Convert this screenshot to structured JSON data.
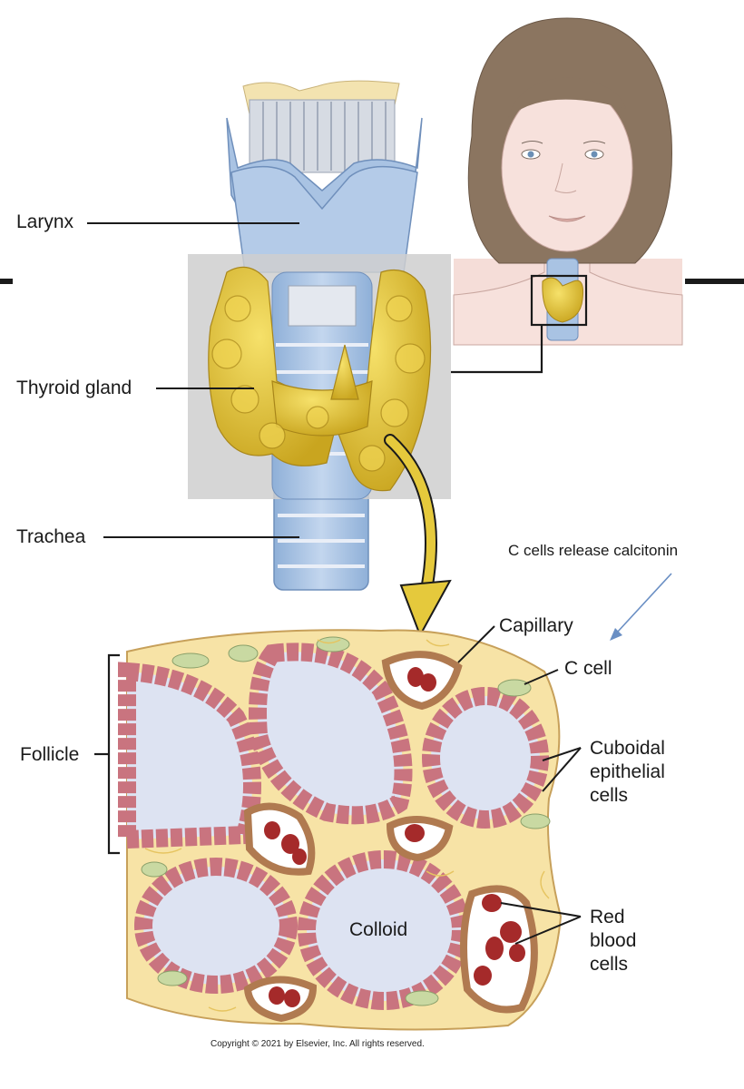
{
  "labels": {
    "larynx": "Larynx",
    "thyroid_gland": "Thyroid gland",
    "trachea": "Trachea",
    "follicle": "Follicle",
    "capillary": "Capillary",
    "c_cell": "C cell",
    "cuboidal_line1": "Cuboidal",
    "cuboidal_line2": "epithelial",
    "cuboidal_line3": "cells",
    "colloid": "Colloid",
    "rbc_line1": "Red",
    "rbc_line2": "blood",
    "rbc_line3": "cells"
  },
  "annotation": {
    "text": "C cells release calcitonin",
    "arrow_color": "#6a8fc4"
  },
  "copyright": "Copyright © 2021 by Elsevier, Inc. All rights reserved.",
  "colors": {
    "cartilage_blue": "#a9c3e3",
    "thyroid_yellow": "#e5c93c",
    "follicle_cells": "#c9747f",
    "colloid": "#dde3f2",
    "connective": "#f7e3a6",
    "red_blood_cell": "#a52a2a",
    "skin": "#f5ddd8",
    "hair": "#8b7560"
  }
}
